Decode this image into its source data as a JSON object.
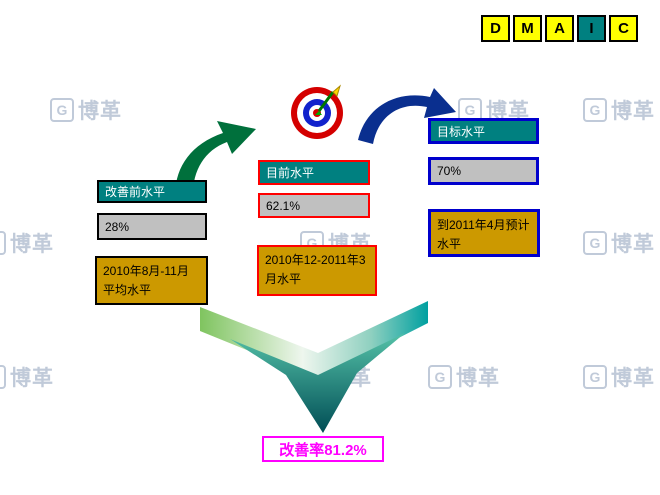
{
  "header": {
    "dmaic": [
      {
        "label": "D",
        "highlight": false
      },
      {
        "label": "M",
        "highlight": false
      },
      {
        "label": "A",
        "highlight": false
      },
      {
        "label": "I",
        "highlight": true
      },
      {
        "label": "C",
        "highlight": false
      }
    ]
  },
  "watermark": {
    "text": "博革",
    "logo_letter": "G"
  },
  "stages": {
    "before": {
      "title": "改善前水平",
      "value": "28%",
      "period": "2010年8月-11月平均水平"
    },
    "current": {
      "title": "目前水平",
      "value": "62.1%",
      "period": "2010年12-2011年3月水平"
    },
    "target": {
      "title": "目标水平",
      "value": "70%",
      "period": "到2011年4月预计水平"
    }
  },
  "result": {
    "label": "改善率81.2%"
  },
  "colors": {
    "stage_title_bg": "#008080",
    "stage_value_bg": "#C0C0C0",
    "stage_period_bg": "#CC9900",
    "before_border": "#000000",
    "current_border": "#FF0000",
    "target_border": "#0000CC",
    "result_accent": "#FF00FF",
    "dmaic_bg": "#FFFF00",
    "dmaic_highlight_bg": "#008080",
    "curved_arrow_green": "#00703C",
    "curved_arrow_blue": "#0A2F8F",
    "big_arrow_green": "#7FC45F",
    "big_arrow_teal": "#008080"
  }
}
